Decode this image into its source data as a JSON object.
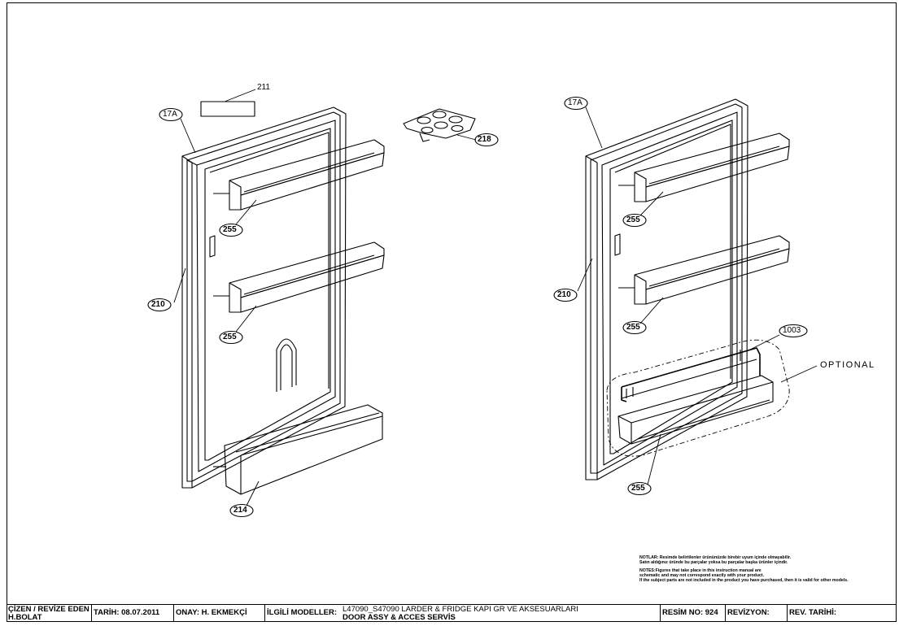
{
  "callouts": {
    "c211": "211",
    "c17a_left": "17A",
    "c17a_right": "17A",
    "c218": "218",
    "c255_l1": "255",
    "c255_l2": "255",
    "c210_left": "210",
    "c214": "214",
    "c255_r1": "255",
    "c210_right": "210",
    "c255_r2": "255",
    "c1003": "1003",
    "c255_r3": "255",
    "optional": "OPTIONAL"
  },
  "notes": {
    "line1": "NOTLAR: Resimde belirtilenler ürününüzde birebir uyum içinde olmayabilir.",
    "line2": "Satın aldığınız üründe bu parçalar yoksa bu parçalar başka ürünler içindir.",
    "line3": "NOTES:Figures that take place in this instruction manual are",
    "line4": "schematic and may not correspond exactly with your product.",
    "line5": "If the subject parts are not included in the product you have purchased, then it is valid for other models."
  },
  "title_block": {
    "drawn_by_label": "ÇİZEN / REVİZE EDEN",
    "drawn_by_name": "H.BOLAT",
    "date": "TARİH: 08.07.2011",
    "approval": "ONAY: H. EKMEKÇİ",
    "related_models_label": "İLGİLİ MODELLER:",
    "models": "L47090_S47090",
    "title_tr": "LARDER & FRIDGE  KAPI GR VE AKSESUARLARI",
    "title_en": "DOOR ASSY & ACCES SERVİS",
    "drawing_no": "RESİM NO: 924",
    "revision": "REVİZYON:",
    "revision_date": "REV. TARİHİ:"
  }
}
